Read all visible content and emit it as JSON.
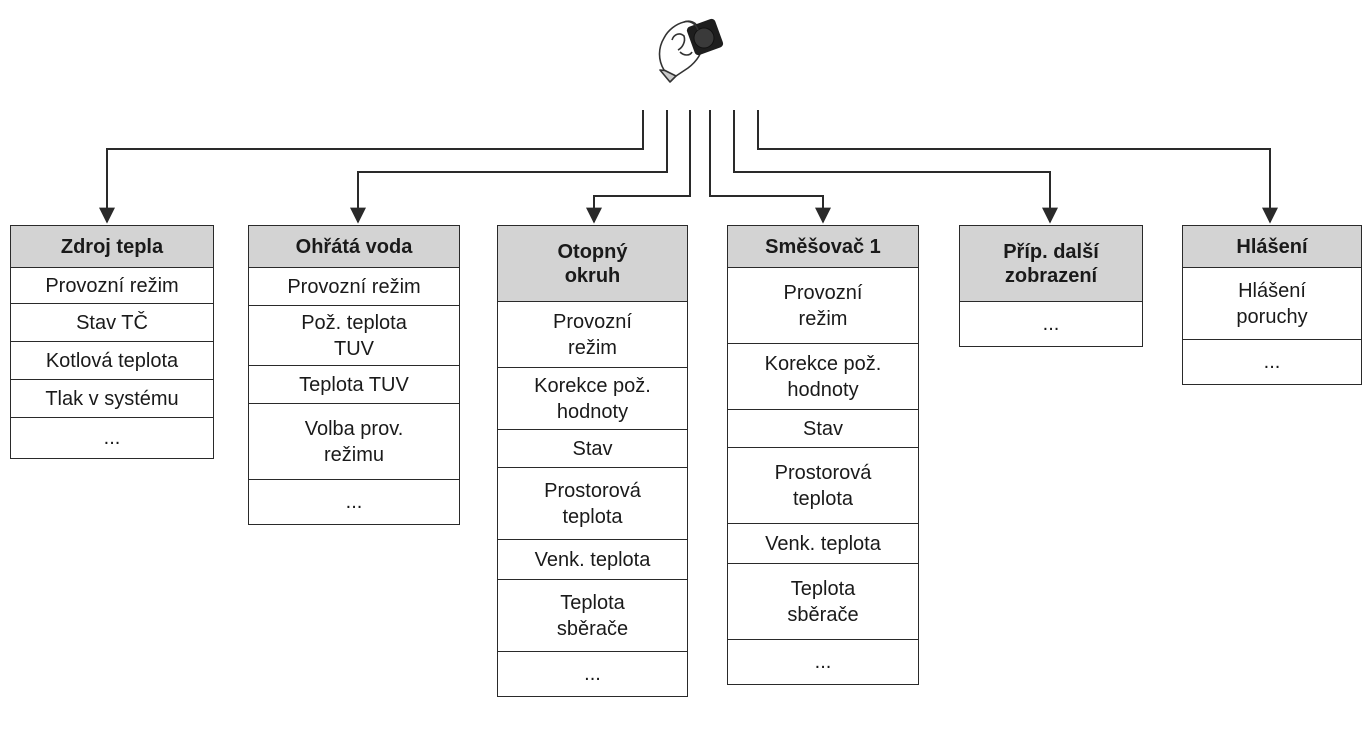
{
  "diagram": {
    "menus": [
      {
        "id": "zdroj",
        "title": "Zdroj tepla",
        "items": [
          "Provozní režim",
          "Stav TČ",
          "Kotlová teplota",
          "Tlak v systému",
          "..."
        ]
      },
      {
        "id": "voda",
        "title": "Ohřátá voda",
        "items": [
          "Provozní režim",
          "Pož. teplota\nTUV",
          "Teplota TUV",
          "Volba prov.\nrežimu",
          "..."
        ]
      },
      {
        "id": "okruh",
        "title": "Otopný\nokruh",
        "items": [
          "Provozní\nrežim",
          "Korekce pož.\nhodnoty",
          "Stav",
          "Prostorová\nteplota",
          "Venk. teplota",
          "Teplota\nsběrače",
          "..."
        ]
      },
      {
        "id": "smesovac",
        "title": "Směšovač 1",
        "items": [
          "Provozní\nrežim",
          "Korekce pož.\nhodnoty",
          "Stav",
          "Prostorová\nteplota",
          "Venk. teplota",
          "Teplota\nsběrače",
          "..."
        ]
      },
      {
        "id": "dalsi",
        "title": "Příp. další\nzobrazení",
        "items": [
          "..."
        ]
      },
      {
        "id": "hlaseni",
        "title": "Hlášení",
        "items": [
          "Hlášení\nporuchy",
          "..."
        ]
      }
    ],
    "colors": {
      "header_fill": "#d3d3d3",
      "line": "#2a2a2a"
    },
    "icon": "hand-turning-knob-icon"
  }
}
